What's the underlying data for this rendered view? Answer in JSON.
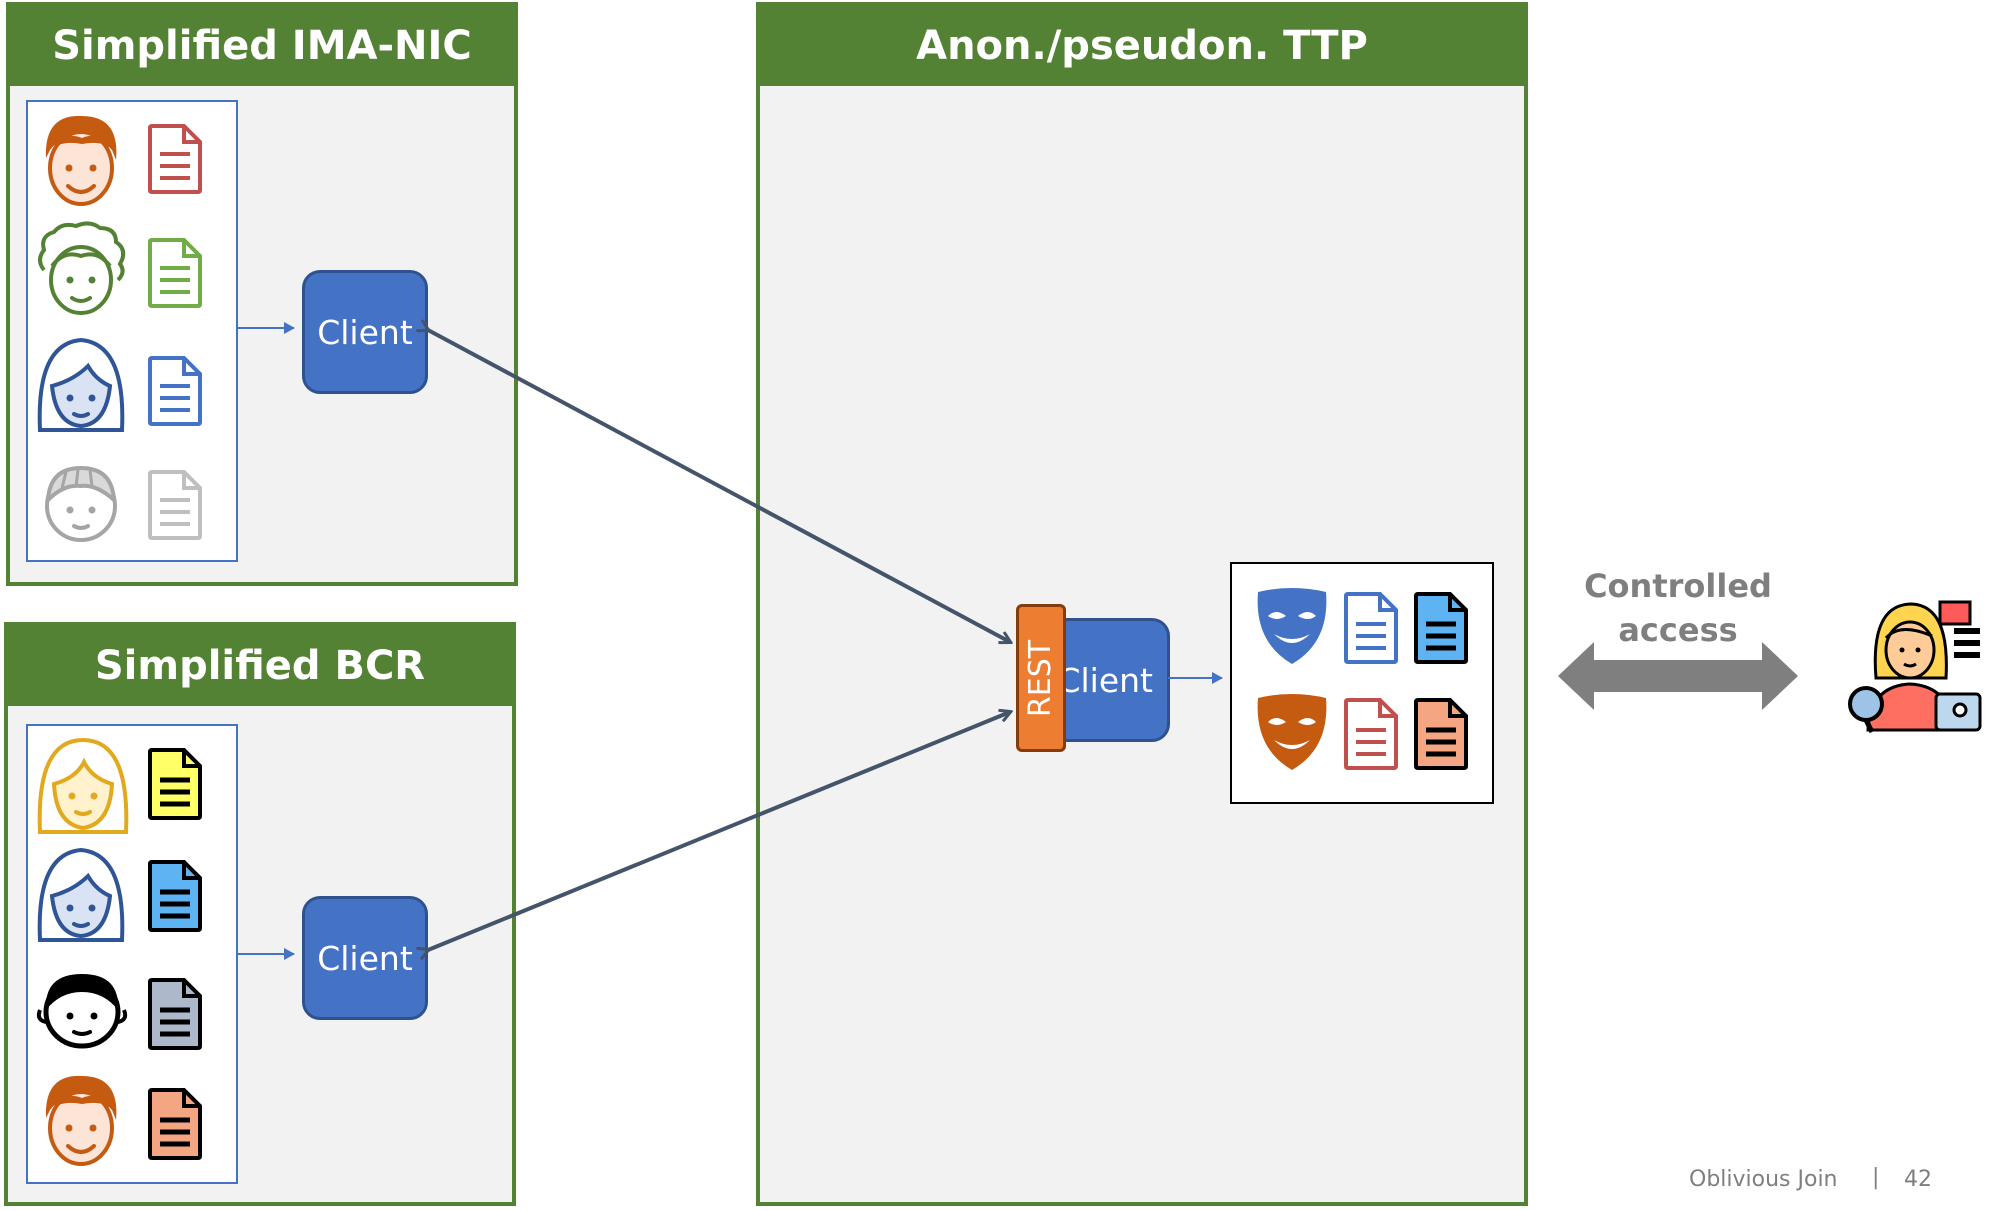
{
  "panels": {
    "ima_nic": {
      "title": "Simplified IMA-NIC",
      "client_label": "Client"
    },
    "bcr": {
      "title": "Simplified BCR",
      "client_label": "Client"
    },
    "ttp": {
      "title": "Anon./pseudon. TTP",
      "client_label": "Client",
      "rest_label": "REST"
    }
  },
  "access": {
    "line1": "Controlled",
    "line2": "access"
  },
  "footer": {
    "title": "Oblivious Join",
    "separator": "|",
    "page": "42"
  },
  "colors": {
    "panel_green": "#548235",
    "client_blue": "#4472c4",
    "rest_orange": "#ed7d31",
    "arrow_dark": "#44546a",
    "access_grey": "#7f7f7f"
  },
  "icons": {
    "ima_nic_people": [
      "red-hair-person-icon",
      "curly-hair-person-icon",
      "bob-hair-person-icon",
      "grey-hair-person-icon"
    ],
    "ima_nic_docs": [
      "red-document-icon",
      "green-document-icon",
      "blue-document-icon",
      "grey-document-icon"
    ],
    "bcr_people": [
      "blonde-person-icon",
      "bob-hair-person-icon",
      "black-hair-person-icon",
      "red-hair-person-icon"
    ],
    "bcr_docs": [
      "yellow-document-icon",
      "light-blue-document-icon",
      "dark-grey-document-icon",
      "orange-document-icon"
    ],
    "ttp_data": [
      "blue-mask-icon",
      "blue-document-icon",
      "light-blue-document-icon",
      "orange-mask-icon",
      "red-document-icon",
      "orange-document-icon"
    ],
    "analyst": "researcher-icon"
  }
}
